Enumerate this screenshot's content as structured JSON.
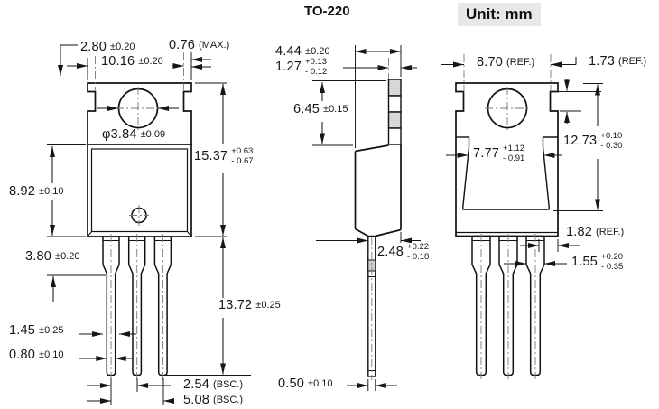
{
  "title": "TO-220",
  "unit_label": "Unit: mm",
  "dims": {
    "front": {
      "tab_step": {
        "v": "2.80",
        "t": "±0.20"
      },
      "body_width": {
        "v": "10.16",
        "t": "±0.20"
      },
      "notch_depth": {
        "v": "0.76",
        "t": "(MAX.)"
      },
      "hole_dia": {
        "v": "φ3.84",
        "t": "±0.09"
      },
      "overall_height": {
        "v": "15.37",
        "p": "+0.63",
        "m": "- 0.67"
      },
      "body_height": {
        "v": "8.92",
        "t": "±0.10"
      },
      "shoulder_length": {
        "v": "3.80",
        "t": "±0.20"
      },
      "lead_width_wide": {
        "v": "1.45",
        "t": "±0.25"
      },
      "lead_width": {
        "v": "0.80",
        "t": "±0.10"
      },
      "lead_length": {
        "v": "13.72",
        "t": "±0.25"
      },
      "lead_pitch": {
        "v": "2.54",
        "t": "(BSC.)"
      },
      "lead_span": {
        "v": "5.08",
        "t": "(BSC.)"
      }
    },
    "side": {
      "body_thickness": {
        "v": "4.44",
        "t": "±0.20"
      },
      "tab_thickness": {
        "v": "1.27",
        "p": "+0.13",
        "m": "- 0.12"
      },
      "tab_height": {
        "v": "6.45",
        "t": "±0.15"
      },
      "lead_offset": {
        "v": "2.48",
        "p": "+0.22",
        "m": "- 0.18"
      },
      "lead_thickness": {
        "v": "0.50",
        "t": "±0.10"
      }
    },
    "back": {
      "tab_width": {
        "v": "8.70",
        "t": "(REF.)"
      },
      "notch_height": {
        "v": "1.73",
        "t": "(REF.)"
      },
      "tab_length": {
        "v": "12.73",
        "p": "+0.10",
        "m": "- 0.30"
      },
      "cavity_width": {
        "v": "7.77",
        "p": "+1.12",
        "m": "- 0.91"
      },
      "lead_edge_dist": {
        "v": "1.82",
        "t": "(REF.)"
      },
      "lead_width_wide": {
        "v": "1.55",
        "p": "+0.20",
        "m": "- 0.35"
      }
    }
  }
}
